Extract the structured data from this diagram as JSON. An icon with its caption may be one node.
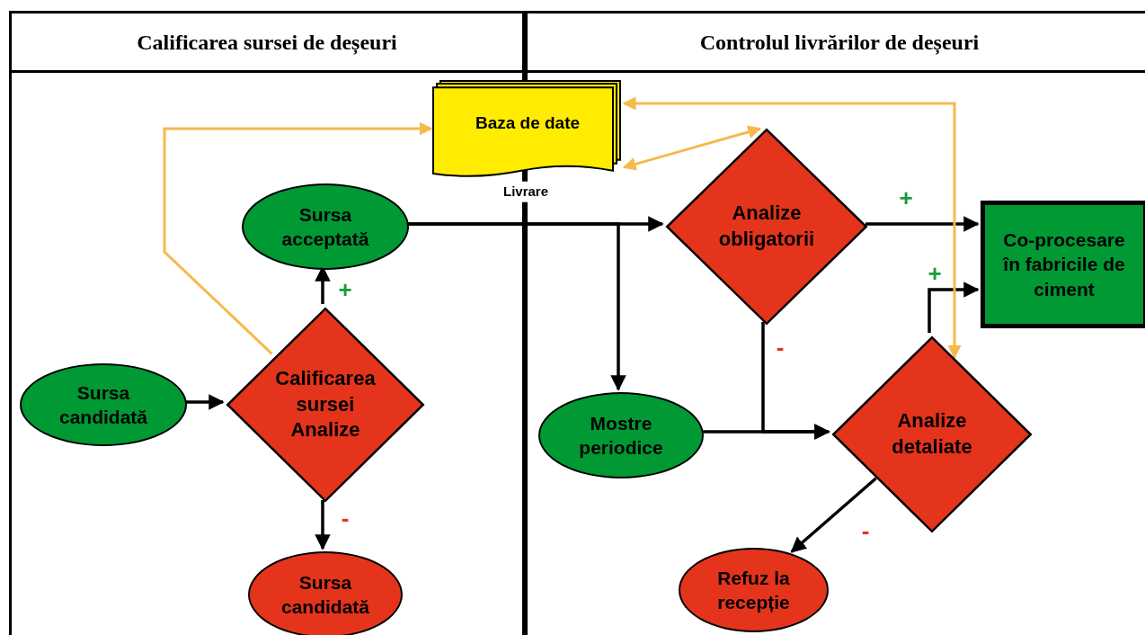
{
  "diagram": {
    "nodes": [
      {
        "text": [
          "Calificarea sursei de deșeuri"
        ]
      },
      {
        "text": [
          "Controlul livrărilor de deșeuri"
        ]
      },
      {
        "text": [
          "Baza de date"
        ]
      },
      {
        "text": [
          "Sursa acceptată"
        ],
        "in": 0
      },
      {
        "text": [
          "Sursa candidată"
        ],
        "in": 0
      },
      {
        "text": [
          "Calificarea sursei Analize"
        ],
        "in": 0
      },
      {
        "text": [
          "Sursa candidată"
        ],
        "in": 0
      },
      {
        "text": [
          "Analize obligatorii"
        ],
        "in": 1
      },
      {
        "text": [
          "Co-procesare în fabricile de ciment"
        ],
        "in": 1
      },
      {
        "text": [
          "Mostre periodice"
        ],
        "in": 1
      },
      {
        "text": [
          "Analize detaliate"
        ],
        "in": 1
      },
      {
        "text": [
          "Refuz la recepție"
        ],
        "in": 1
      }
    ],
    "edges": [
      {
        "from": 4,
        "to": 5,
        "arrow": "to"
      },
      {
        "from": 5,
        "to": 3,
        "arrow": "to",
        "label": "+"
      },
      {
        "from": 5,
        "to": 6,
        "arrow": "to",
        "label": "-"
      },
      {
        "from": 5,
        "to": 2,
        "arrow": "to",
        "color": "#f6b94c"
      },
      {
        "from": 3,
        "to": 7,
        "arrow": "to"
      },
      {
        "from": 3,
        "to": 9,
        "arrow": "to"
      },
      {
        "from": 7,
        "to": 2,
        "arrow": "both",
        "color": "#f6b94c"
      },
      {
        "from": 7,
        "to": 8,
        "arrow": "to",
        "label": "+"
      },
      {
        "from": 7,
        "to": 10,
        "arrow": "to",
        "label": "-"
      },
      {
        "from": 9,
        "to": 10,
        "arrow": "to"
      },
      {
        "from": 10,
        "to": 8,
        "arrow": "to",
        "label": "+"
      },
      {
        "from": 10,
        "to": 11,
        "arrow": "to",
        "label": "-"
      },
      {
        "from": 2,
        "to": 10,
        "arrow": "both",
        "color": "#f6b94c"
      }
    ],
    "labels": [
      "Livrare"
    ]
  }
}
